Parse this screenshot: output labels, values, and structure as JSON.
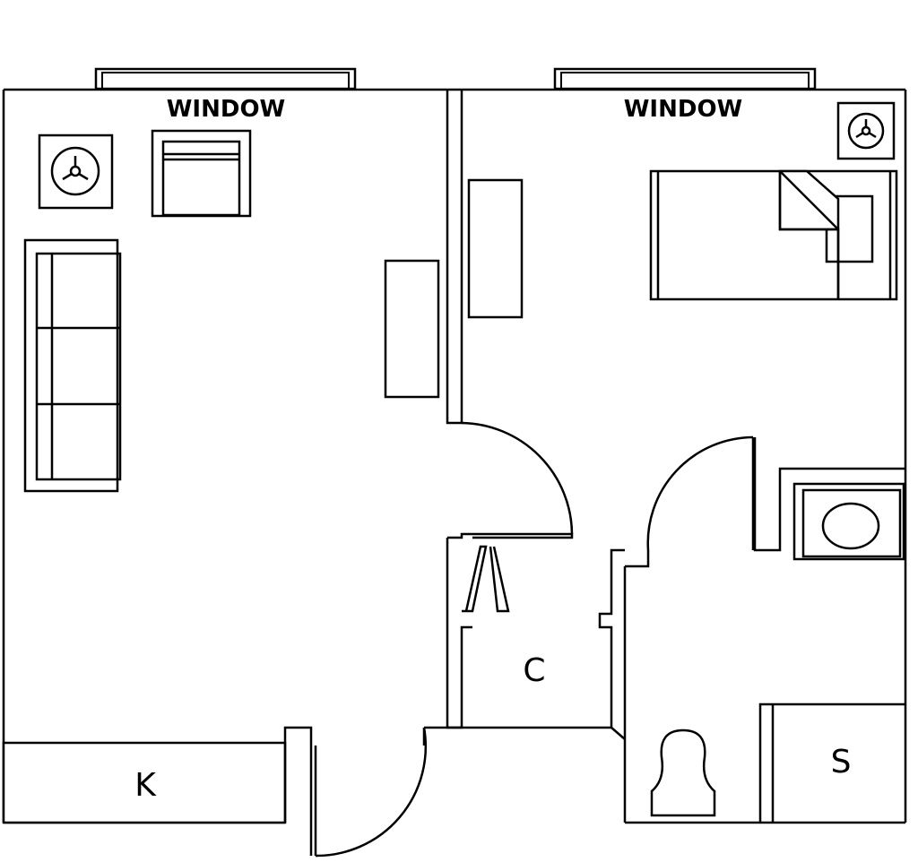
{
  "labels": {
    "window_left": "WINDOW",
    "window_right": "WINDOW",
    "kitchen": "K",
    "closet": "C",
    "shower": "S"
  }
}
